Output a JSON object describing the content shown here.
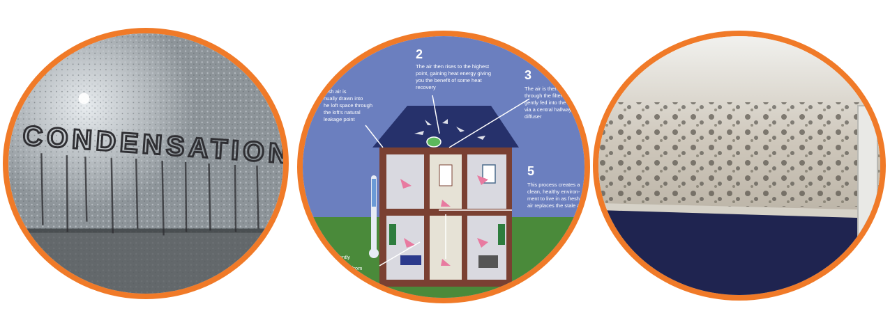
{
  "panels": {
    "condensation": {
      "written_word": "CONDENSATION"
    },
    "diagram": {
      "steps": [
        {
          "num": "2",
          "lines": [
            "The air then rises to the highest",
            "point, gaining heat energy giving",
            "you the benefit of some heat",
            "recovery"
          ]
        },
        {
          "num": "3",
          "lines": [
            "The air is then",
            "through the filters",
            "gently fed into the d",
            "via a central hallway",
            "diffuser"
          ]
        },
        {
          "num": "5",
          "lines": [
            "This process creates a",
            "clean, healthy environ-",
            "ment to live in as fresh",
            "air replaces the stale air"
          ]
        }
      ],
      "step1_lines": [
        "resh air is",
        "nually drawn into",
        "he loft space through",
        "the loft's natural",
        "leakage point"
      ],
      "step4_lines": [
        "ently",
        "ouse from"
      ]
    },
    "mould": {}
  },
  "colors": {
    "border": "#f07a28",
    "sky": "#6b7fbf",
    "grass": "#4a8a3a",
    "roof": "#26316b",
    "brick": "#7a4032",
    "carpet": "#1f2450"
  }
}
